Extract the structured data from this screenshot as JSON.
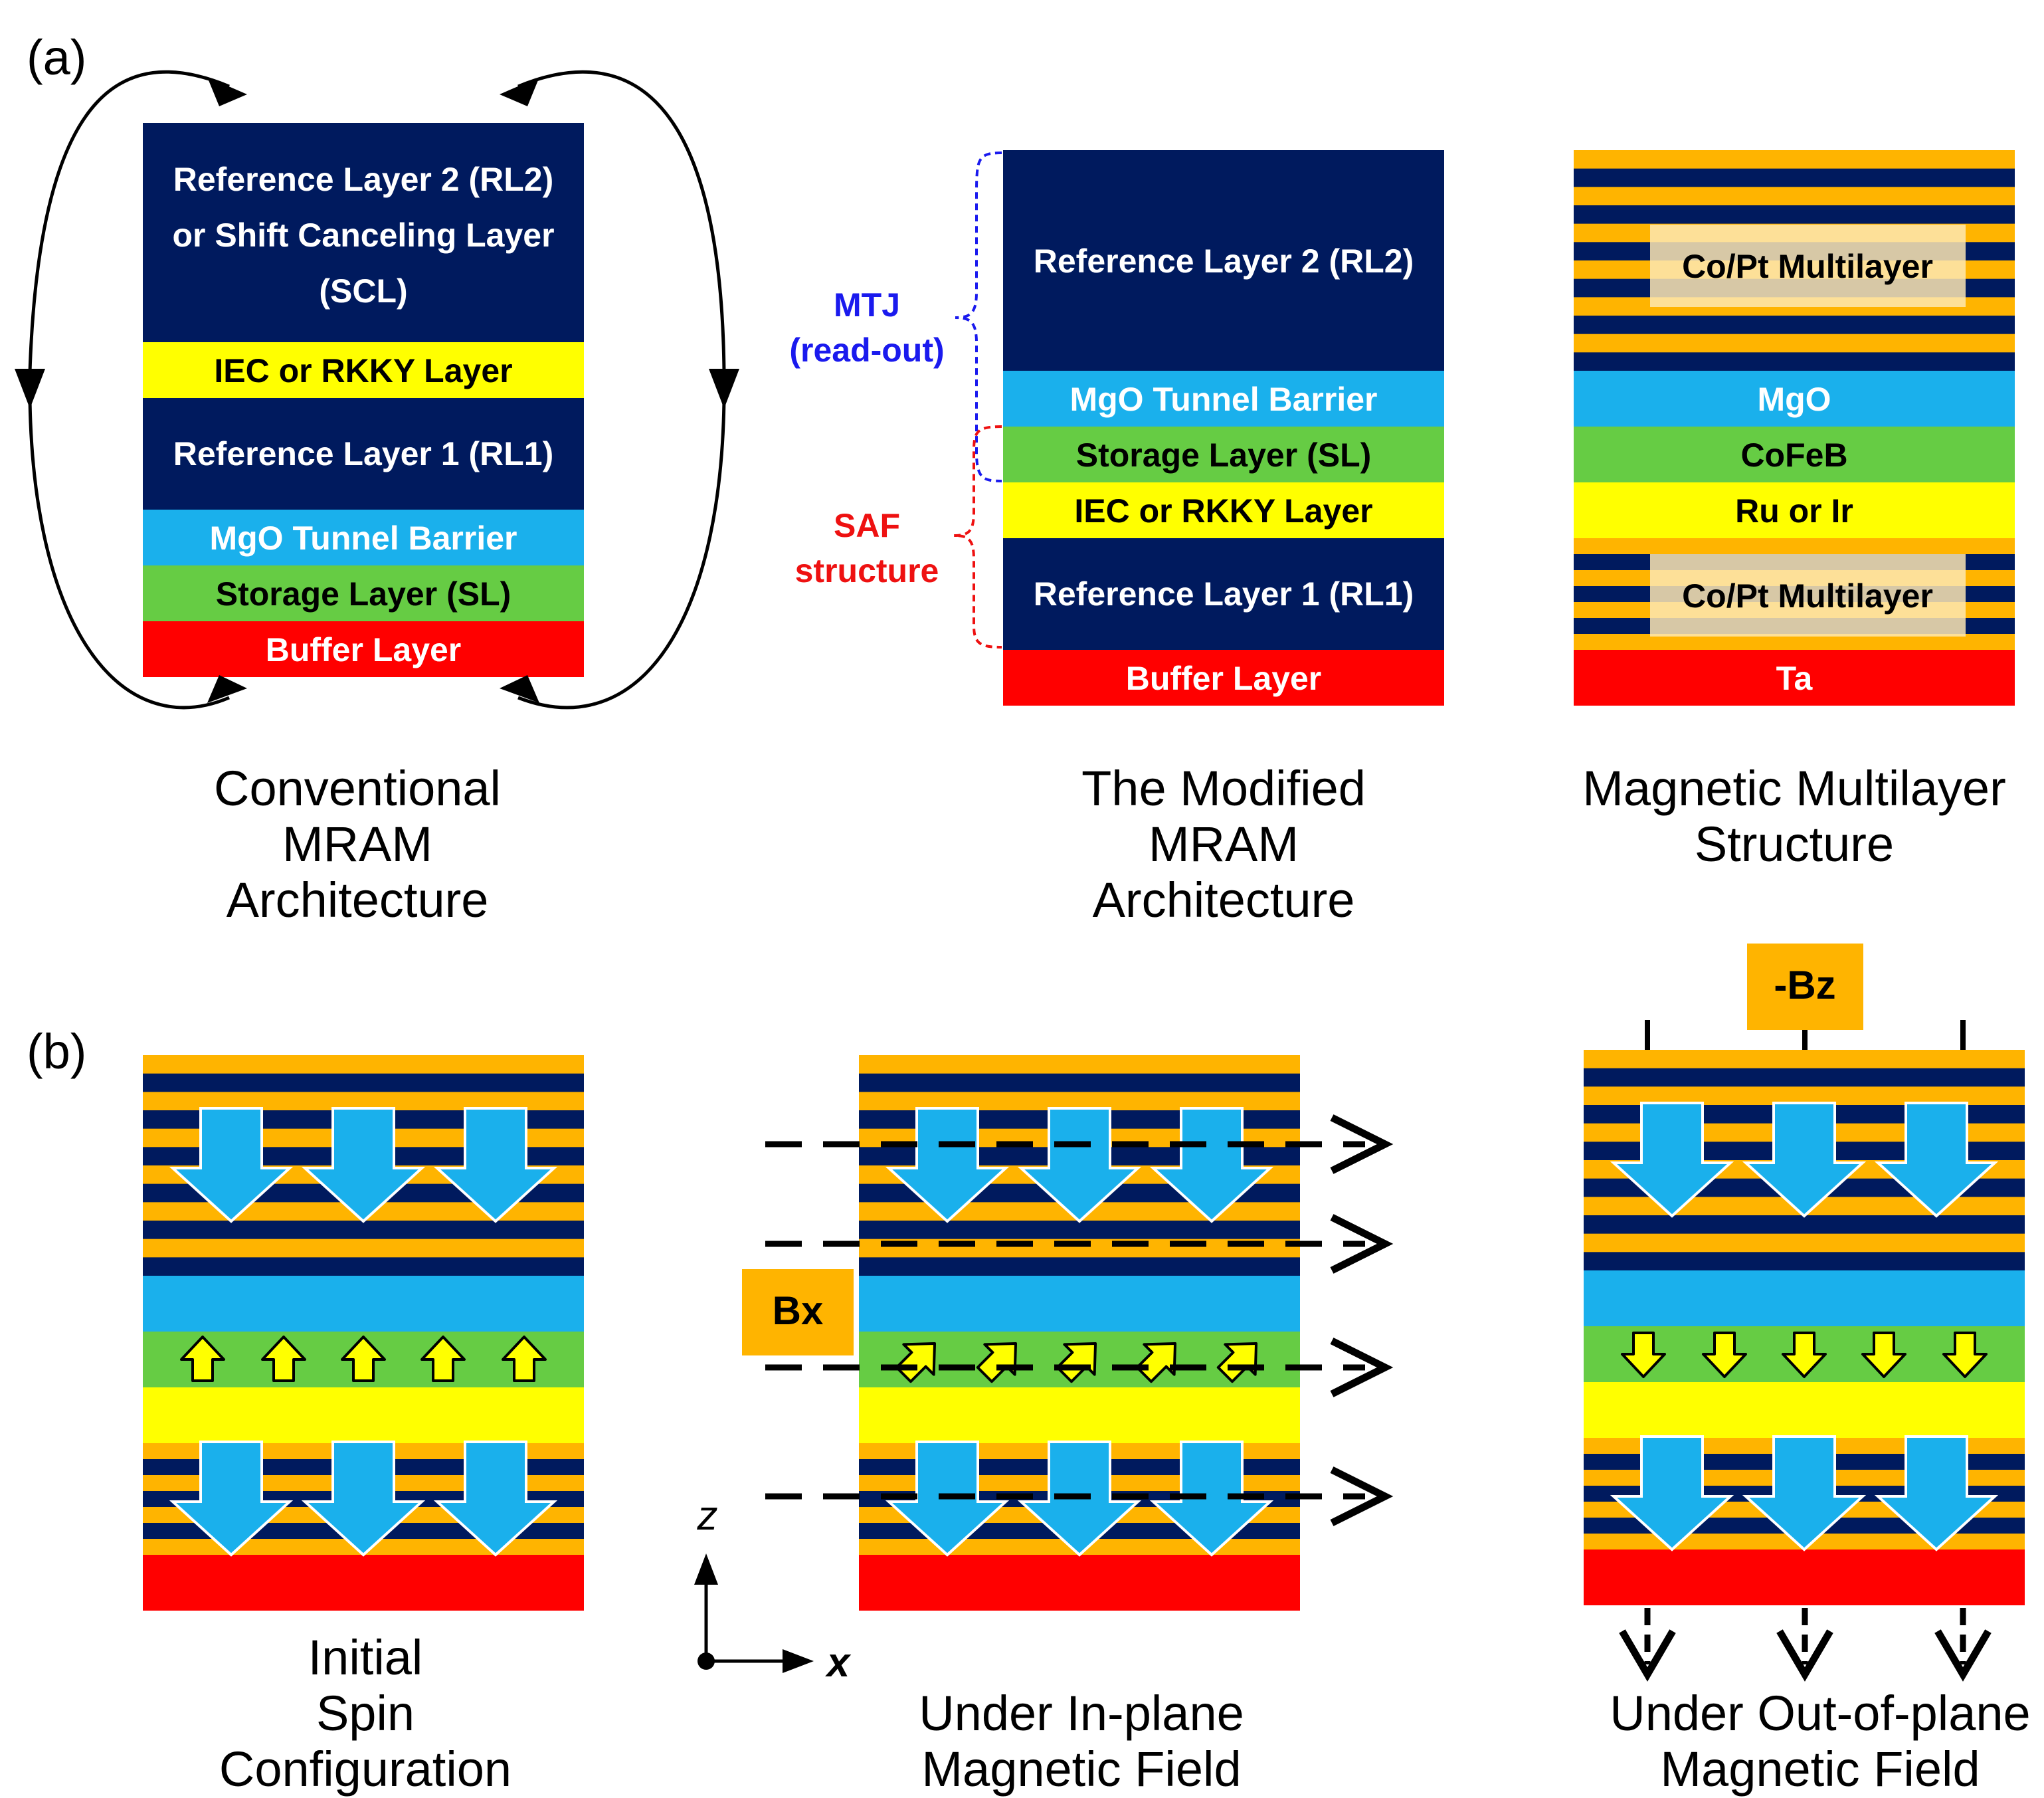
{
  "panel_labels": {
    "a": "(a)",
    "b": "(b)"
  },
  "colors": {
    "navy": "#001a5e",
    "yellow": "#ffff00",
    "sky": "#1ab0ec",
    "green": "#66cc44",
    "red": "#ff0000",
    "orange": "#ffb400",
    "cream": "#fde7b3",
    "grayblue": "#bcc6d3",
    "mtj_bracket": "#1a1aee",
    "saf_bracket": "#ee1111"
  },
  "stack_conventional": {
    "caption": [
      "Conventional",
      "MRAM",
      "Architecture"
    ],
    "layers": [
      {
        "lines": [
          "Reference Layer 2 (RL2)",
          "or Shift Canceling Layer",
          "(SCL)"
        ]
      },
      {
        "lines": [
          "IEC or RKKY Layer"
        ]
      },
      {
        "lines": [
          "Reference Layer 1 (RL1)"
        ]
      },
      {
        "lines": [
          "MgO Tunnel Barrier"
        ]
      },
      {
        "lines": [
          "Storage Layer (SL)"
        ]
      },
      {
        "lines": [
          "Buffer Layer"
        ]
      }
    ]
  },
  "stack_modified": {
    "caption": [
      "The Modified",
      "MRAM",
      "Architecture"
    ],
    "layers": [
      {
        "lines": [
          "Reference Layer 2 (RL2)"
        ]
      },
      {
        "lines": [
          "MgO Tunnel Barrier"
        ]
      },
      {
        "lines": [
          "Storage Layer (SL)"
        ]
      },
      {
        "lines": [
          "IEC or RKKY Layer"
        ]
      },
      {
        "lines": [
          "Reference Layer 1 (RL1)"
        ]
      },
      {
        "lines": [
          "Buffer Layer"
        ]
      }
    ],
    "bracket_mtj": [
      "MTJ",
      "(read-out)"
    ],
    "bracket_saf": [
      "SAF",
      "structure"
    ]
  },
  "stack_multilayer": {
    "caption": [
      "Magnetic Multilayer",
      "Structure"
    ],
    "labels": {
      "multilayer_top": "Co/Pt Multilayer",
      "mgo": "MgO",
      "cofeb": "CoFeB",
      "ru": "Ru or Ir",
      "multilayer_bottom": "Co/Pt Multilayer",
      "ta": "Ta"
    }
  },
  "panel_b": {
    "initial_caption": [
      "Initial",
      "Spin",
      "Configuration"
    ],
    "inplane_caption": [
      "Under In-plane",
      "Magnetic Field"
    ],
    "outplane_caption": [
      "Under Out-of-plane",
      "Magnetic Field"
    ],
    "bx_label": "Bx",
    "bz_label": "-Bz",
    "axis_z": "z",
    "axis_x": "x"
  }
}
